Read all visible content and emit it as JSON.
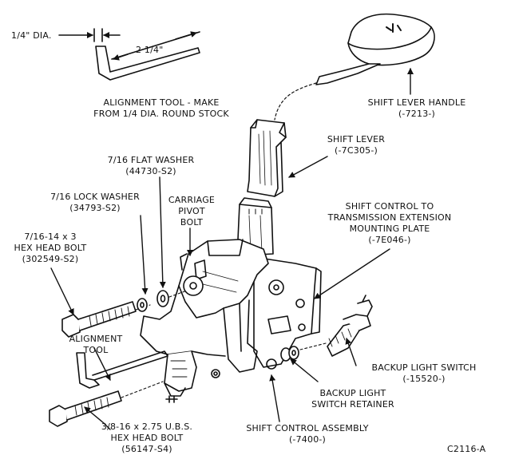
{
  "figure_id": "C2116-A",
  "callouts": {
    "quarter_dia": "1/4\" DIA.",
    "two_quarter": "2 1/4\"",
    "alignment_tool_make": [
      "ALIGNMENT TOOL - MAKE",
      "FROM 1/4 DIA. ROUND STOCK"
    ],
    "shift_lever_handle": [
      "SHIFT LEVER HANDLE",
      "(-7213-)"
    ],
    "shift_lever": [
      "SHIFT LEVER",
      "(-7C305-)"
    ],
    "flat_washer": [
      "7/16 FLAT WASHER",
      "(44730-S2)"
    ],
    "lock_washer": [
      "7/16 LOCK WASHER",
      "(34793-S2)"
    ],
    "carriage_pivot_bolt": [
      "CARRIAGE",
      "PIVOT",
      "BOLT"
    ],
    "mounting_plate": [
      "SHIFT CONTROL TO",
      "TRANSMISSION EXTENSION",
      "MOUNTING PLATE",
      "(-7E046-)"
    ],
    "hex_head_bolt_7_16": [
      "7/16-14 x 3",
      "HEX HEAD BOLT",
      "(302549-S2)"
    ],
    "alignment_tool": [
      "ALIGNMENT",
      "TOOL"
    ],
    "backup_light_switch": [
      "BACKUP LIGHT SWITCH",
      "(-15520-)"
    ],
    "backup_light_switch_retainer": [
      "BACKUP LIGHT",
      "SWITCH RETAINER"
    ],
    "hex_head_bolt_3_8": [
      "3/8-16 x 2.75 U.B.S.",
      "HEX HEAD BOLT",
      "(56147-S4)"
    ],
    "shift_control_assembly": [
      "SHIFT CONTROL ASSEMBLY",
      "(-7400-)"
    ]
  }
}
